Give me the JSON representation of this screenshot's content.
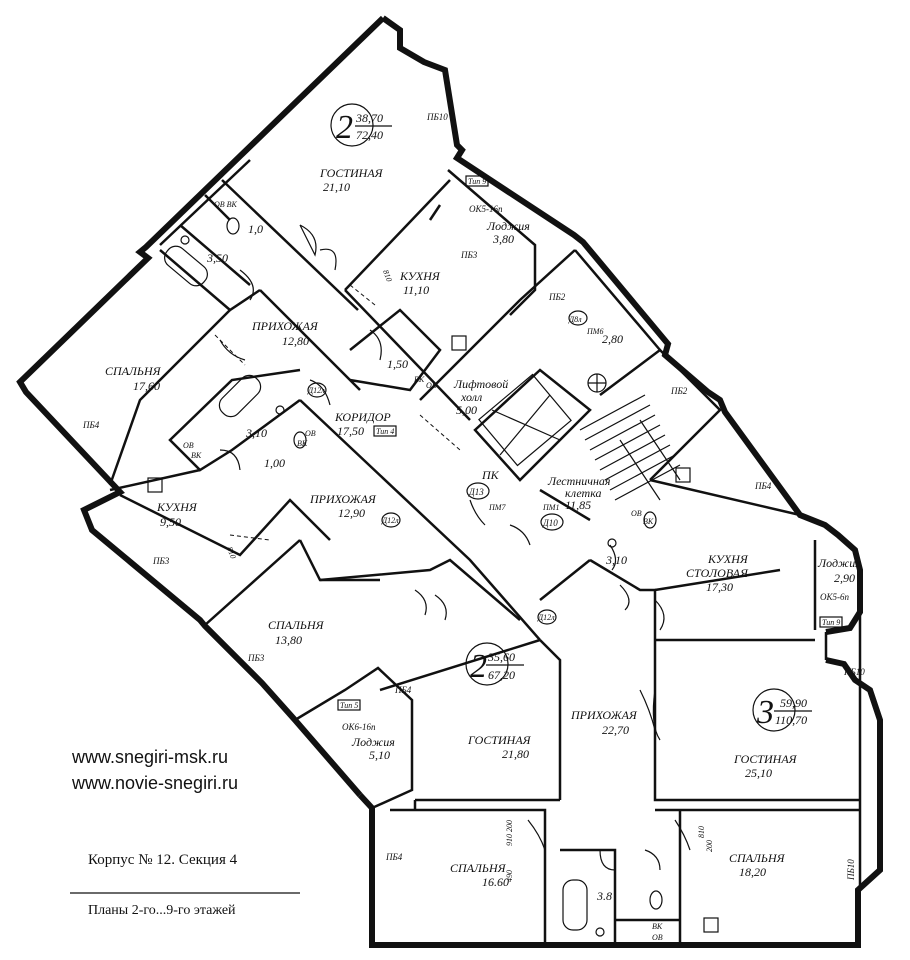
{
  "rooms": {
    "gostinaya_top": {
      "name": "ГОСТИНАЯ",
      "area": "21,10"
    },
    "loggia_top": {
      "name": "Лоджия",
      "area": "3,80"
    },
    "kuhnya_top": {
      "name": "КУХНЯ",
      "area": "11,10"
    },
    "bath_top": {
      "area": "3,50"
    },
    "wc_top": {
      "area": "1,0"
    },
    "prihozhaya_top": {
      "name": "ПРИХОЖАЯ",
      "area": "12,80"
    },
    "spalnya_left": {
      "name": "СПАЛЬНЯ",
      "area": "17,60"
    },
    "small_150": {
      "area": "1,50"
    },
    "lift_hall": {
      "name1": "Лифтовой",
      "name2": "холл",
      "area": "5,00"
    },
    "room_280": {
      "area": "2,80"
    },
    "koridor": {
      "name": "КОРИДОР",
      "area": "17,50"
    },
    "bath_mid": {
      "area": "3,10"
    },
    "wc_mid": {
      "area": "1,00"
    },
    "stair": {
      "name1": "Лестничная",
      "name2": "клетка",
      "area": "11,85"
    },
    "kuhnya_left": {
      "name": "КУХНЯ",
      "area": "9,50"
    },
    "prihozhaya_mid": {
      "name": "ПРИХОЖАЯ",
      "area": "12,90"
    },
    "bath_right": {
      "area": "3,10"
    },
    "kuhnya_stol": {
      "name1": "КУХНЯ",
      "name2": "СТОЛОВАЯ",
      "area": "17,30"
    },
    "loggia_right": {
      "name": "Лоджия",
      "area": "2,90"
    },
    "spalnya_mid": {
      "name": "СПАЛЬНЯ",
      "area": "13,80"
    },
    "gostinaya_mid": {
      "name": "ГОСТИНАЯ",
      "area": "21,80"
    },
    "loggia_bottom": {
      "name": "Лоджия",
      "area": "5,10"
    },
    "prihozhaya_bottom": {
      "name": "ПРИХОЖАЯ",
      "area": "22,70"
    },
    "gostinaya_right": {
      "name": "ГОСТИНАЯ",
      "area": "25,10"
    },
    "spalnya_bottom": {
      "name": "СПАЛЬНЯ",
      "area": "16.60"
    },
    "bath_bottom": {
      "area": "3.8"
    },
    "spalnya_right": {
      "name": "СПАЛЬНЯ",
      "area": "18,20"
    }
  },
  "apartments": [
    {
      "rooms": "2",
      "living": "38,70",
      "total": "72,40"
    },
    {
      "rooms": "2",
      "living": "35,60",
      "total": "67,20"
    },
    {
      "rooms": "3",
      "living": "59,90",
      "total": "110,70"
    }
  ],
  "marks": {
    "pb10_a": "ПБ10",
    "pb3_a": "ПБ3",
    "pb2_a": "ПБ2",
    "pb4_a": "ПБ4",
    "pb2_b": "ПБ2",
    "pb4_b": "ПБ4",
    "pb3_b": "ПБ3",
    "pb3_c": "ПБ3",
    "pb4_c": "ПБ4",
    "pb10_b": "ПБ10",
    "pb4_d": "ПБ4",
    "pb10_c": "ПБ10",
    "ok5_top": "ОК5-16п",
    "ok5_right": "ОК5-6п",
    "ok6": "ОК6-16п",
    "tip9_a": "Тип 9",
    "tip9_b": "Тип 9",
    "tip4": "Тип 4",
    "tip5": "Тип 5",
    "ovvk_1": "ОВ ВК",
    "vk_1": "ВК",
    "ov_1": "ОВ",
    "ov_2": "ОВ",
    "vk_2": "ВК",
    "ov_3": "ОВ",
    "vk_3": "ВК",
    "ov_4": "ОВ",
    "vk_4": "ВК",
    "vk_5": "ВК",
    "ov_5": "ОВ",
    "d8l": "Д8л",
    "pm6": "ПМ6",
    "d12l_a": "Д12л",
    "d12l_b": "Д12л",
    "d12l_c": "Д12л",
    "pk": "ПК",
    "d13": "Д13",
    "pm7": "ПМ7",
    "pm1": "ПМ1",
    "d10": "Д10",
    "d810_a": "810",
    "d810_b": "810",
    "dim_200_a": "200",
    "dim_910": "910",
    "dim_490": "490",
    "dim_200_b": "200",
    "dim_810_c": "810"
  },
  "footer": {
    "site1": "www.snegiri-msk.ru",
    "site2": "www.novie-snegiri.ru",
    "building": "Корпус № 12. Секция 4",
    "floors": "Планы 2-го...9-го этажей"
  }
}
